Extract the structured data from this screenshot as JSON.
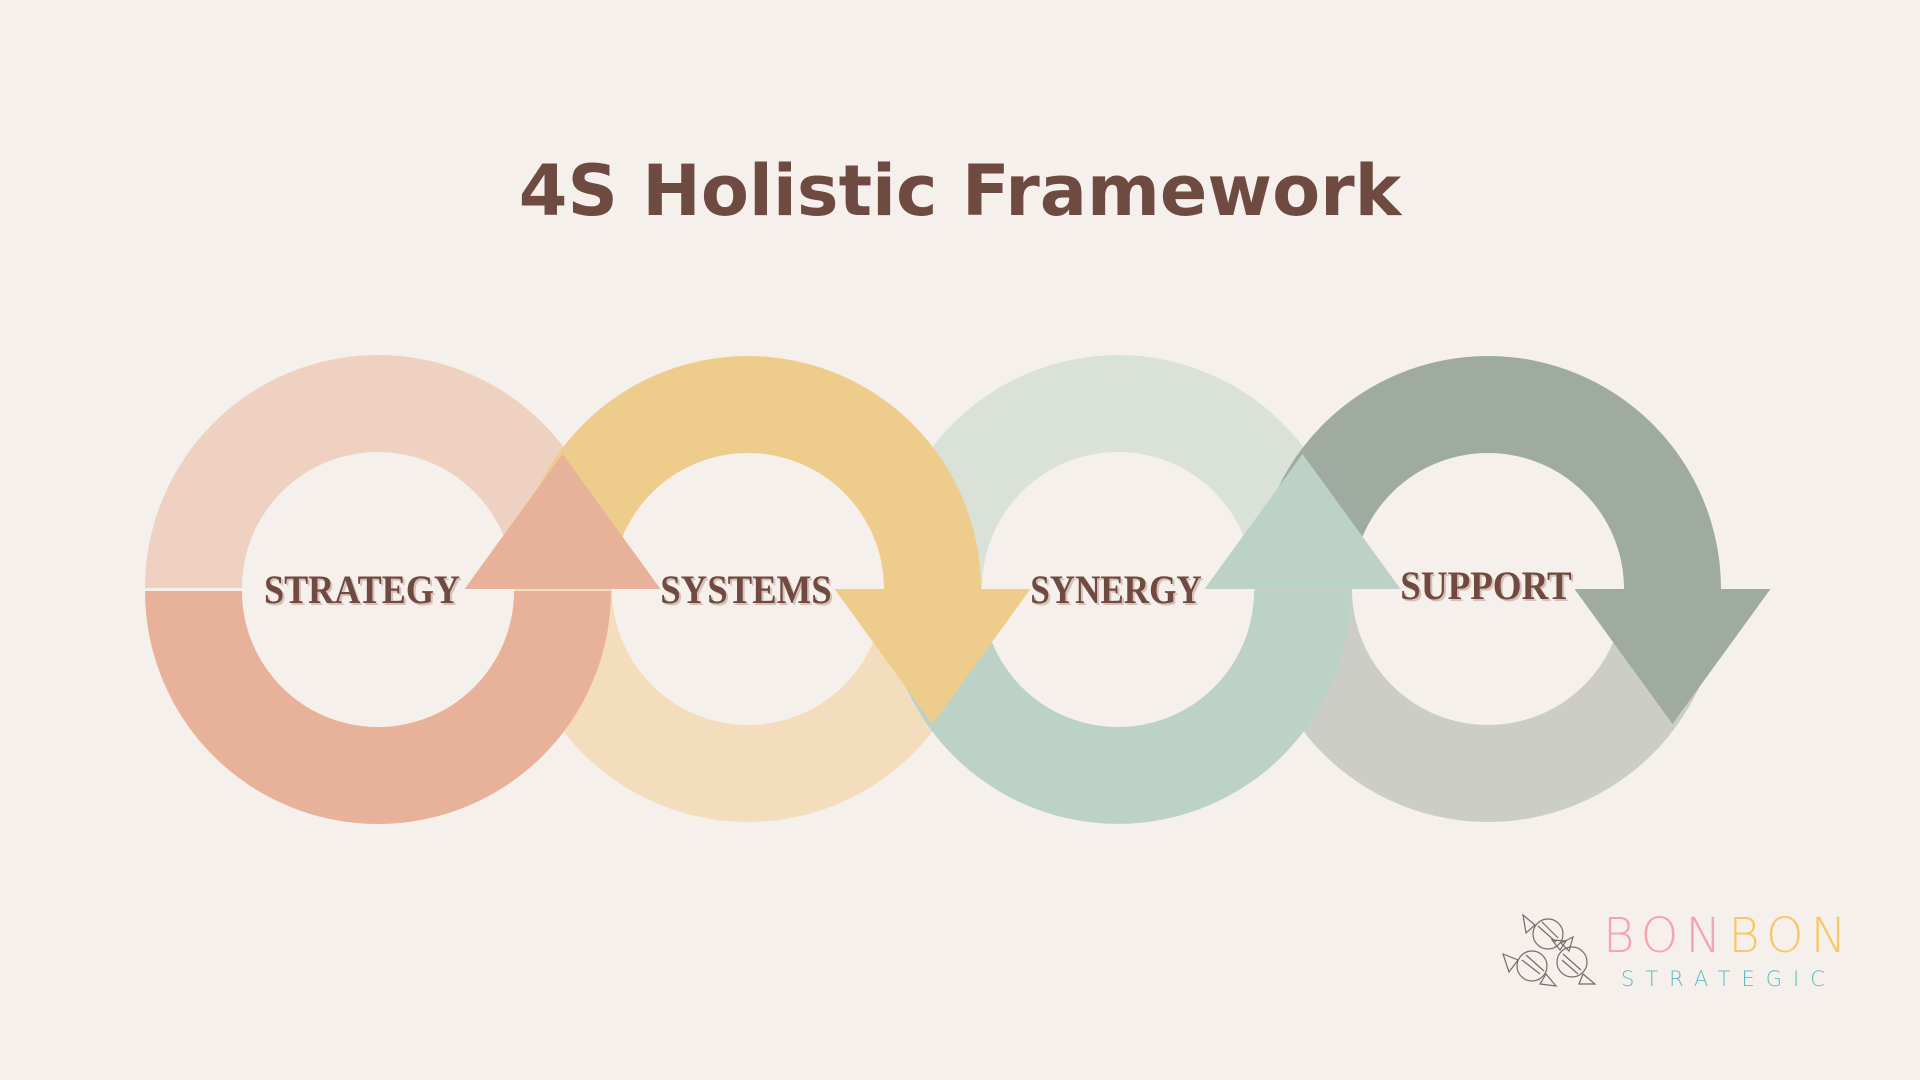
{
  "title": "4S Holistic Framework",
  "stages": [
    {
      "label": "STRATEGY",
      "arrow": "up",
      "colors": {
        "top": "#EFD1C1",
        "bottom": "#E8B199",
        "arrow": "#E8B199"
      }
    },
    {
      "label": "SYSTEMS",
      "arrow": "down",
      "colors": {
        "top": "#EECC8B",
        "bottom": "#F3DDBC",
        "arrow": "#EECC8B"
      }
    },
    {
      "label": "SYNERGY",
      "arrow": "up",
      "colors": {
        "top": "#DAE1D9",
        "bottom": "#BDD2C6",
        "arrow": "#BDD2C6"
      }
    },
    {
      "label": "SUPPORT",
      "arrow": "down",
      "colors": {
        "top": "#9FABA0",
        "bottom": "#CCCEC5",
        "arrow": "#9FABA0"
      }
    }
  ],
  "label_color": "#6E4A40",
  "logo": {
    "word1a": "BON",
    "word1b": "BON",
    "word2": "STRATEGIC",
    "colors": {
      "pink": "#F5A3AE",
      "yellow": "#F7C86A",
      "teal": "#5BBCC0"
    }
  }
}
